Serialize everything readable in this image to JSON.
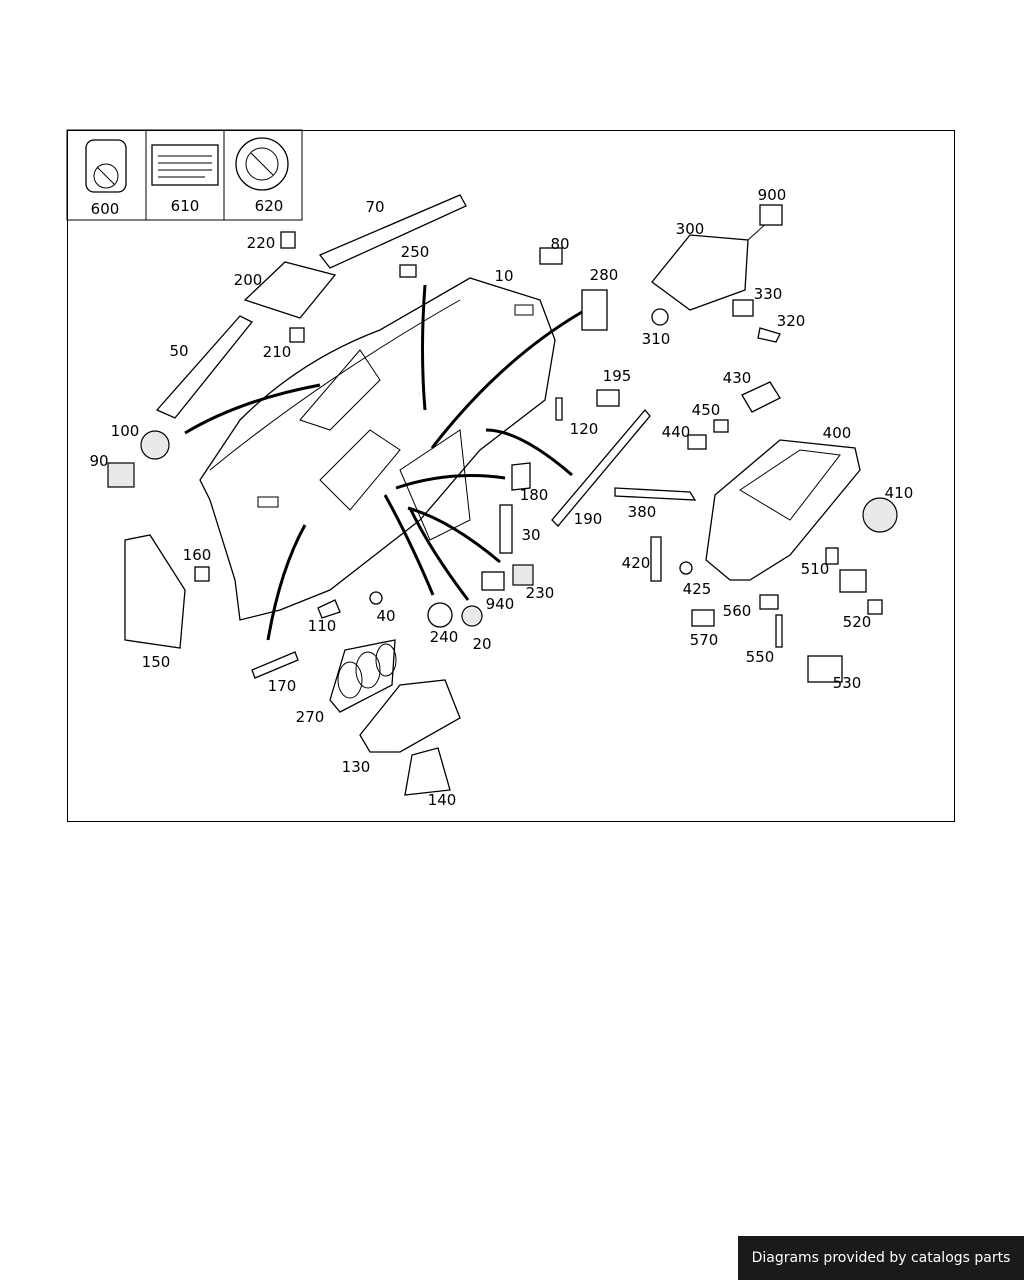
{
  "footer": {
    "text": "Diagrams provided by catalogs parts"
  },
  "labels": {
    "l600": "600",
    "l610": "610",
    "l620": "620",
    "l70": "70",
    "l220": "220",
    "l200": "200",
    "l250": "250",
    "l10": "10",
    "l80": "80",
    "l280": "280",
    "l300": "300",
    "l900": "900",
    "l330": "330",
    "l320": "320",
    "l310": "310",
    "l50": "50",
    "l210": "210",
    "l100": "100",
    "l90": "90",
    "l195": "195",
    "l120": "120",
    "l430": "430",
    "l450": "450",
    "l440": "440",
    "l400": "400",
    "l180": "180",
    "l190": "190",
    "l380": "380",
    "l410": "410",
    "l30": "30",
    "l160": "160",
    "l150": "150",
    "l420": "420",
    "l425": "425",
    "l510": "510",
    "l230": "230",
    "l940": "940",
    "l110": "110",
    "l40": "40",
    "l240": "240",
    "l20": "20",
    "l560": "560",
    "l520": "520",
    "l570": "570",
    "l550": "550",
    "l530": "530",
    "l170": "170",
    "l270": "270",
    "l130": "130",
    "l140": "140"
  }
}
